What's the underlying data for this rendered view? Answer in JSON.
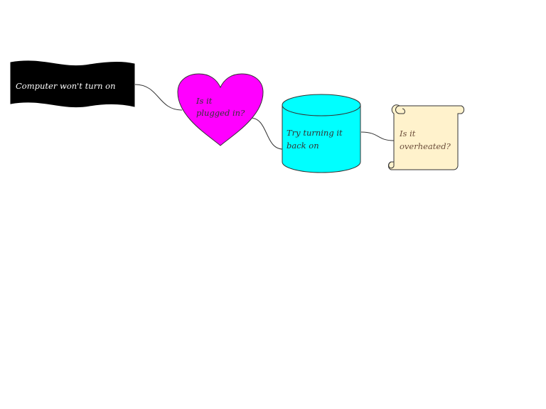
{
  "diagram": {
    "nodes": [
      {
        "id": "computer-wont-turn-on",
        "shape": "wave-banner",
        "label_lines": [
          "Computer won't turn on"
        ],
        "fill": "#000000",
        "stroke": "#000000",
        "text_color": "#ffffff"
      },
      {
        "id": "is-it-plugged-in",
        "shape": "heart",
        "label_lines": [
          "Is it",
          "plugged in?"
        ],
        "fill": "#ff00ff",
        "stroke": "#333333",
        "text_color": "#333333"
      },
      {
        "id": "try-turning-it-back-on",
        "shape": "cylinder",
        "label_lines": [
          "Try turning it",
          "back on"
        ],
        "fill": "#00ffff",
        "stroke": "#333333",
        "text_color": "#333333"
      },
      {
        "id": "is-it-overheated",
        "shape": "scroll",
        "label_lines": [
          "Is it",
          "overheated?"
        ],
        "fill": "#fff2cc",
        "stroke": "#333333",
        "text_color": "#6b4d3a"
      }
    ],
    "edges": [
      {
        "from": "computer-wont-turn-on",
        "to": "is-it-plugged-in"
      },
      {
        "from": "is-it-plugged-in",
        "to": "try-turning-it-back-on"
      },
      {
        "from": "try-turning-it-back-on",
        "to": "is-it-overheated"
      }
    ],
    "connector_color": "#333333"
  }
}
